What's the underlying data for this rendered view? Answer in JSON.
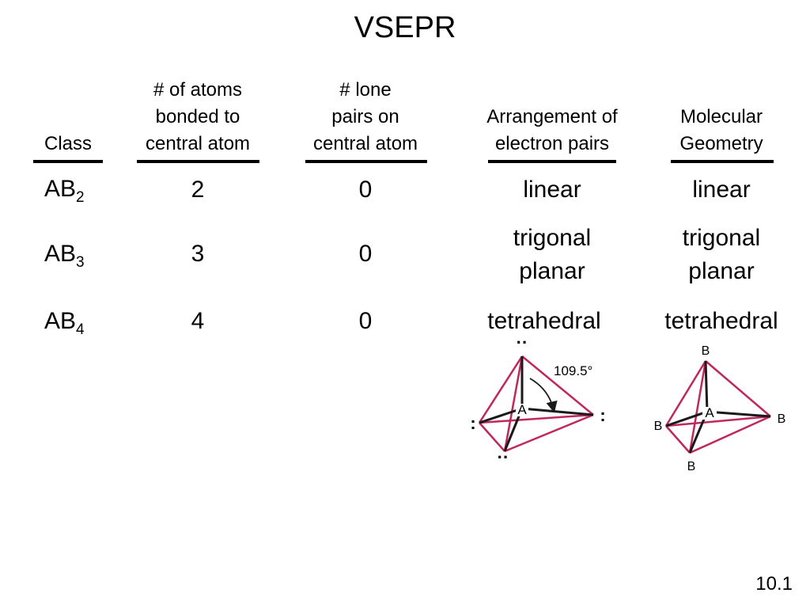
{
  "title": "VSEPR",
  "headers": {
    "class": [
      "Class"
    ],
    "atoms_bonded": [
      "# of atoms",
      "bonded to",
      "central atom"
    ],
    "lone_pairs": [
      "# lone",
      "pairs on",
      "central atom"
    ],
    "arrangement": [
      "Arrangement of",
      "electron pairs"
    ],
    "geometry": [
      "Molecular",
      "Geometry"
    ]
  },
  "rows": [
    {
      "class_base": "AB",
      "class_sub": "2",
      "atoms": "2",
      "lone": "0",
      "arrangement": [
        "linear"
      ],
      "geometry": [
        "linear"
      ]
    },
    {
      "class_base": "AB",
      "class_sub": "3",
      "atoms": "3",
      "lone": "0",
      "arrangement": [
        "trigonal",
        "planar"
      ],
      "geometry": [
        "trigonal",
        "planar"
      ]
    },
    {
      "class_base": "AB",
      "class_sub": "4",
      "atoms": "4",
      "lone": "0",
      "arrangement": [
        "tetrahedral"
      ],
      "geometry": [
        "tetrahedral"
      ]
    }
  ],
  "diagrams": {
    "arrangement": {
      "center": "A",
      "angle": "109.5°",
      "lone_pair_glyph_h": ":",
      "lone_pair_glyph_v": "··"
    },
    "geometry": {
      "center": "A",
      "ligand": "B"
    }
  },
  "page_number": "10.1",
  "colors": {
    "tetra_edge": "#c0285a",
    "bond": "#1a1a1a"
  }
}
